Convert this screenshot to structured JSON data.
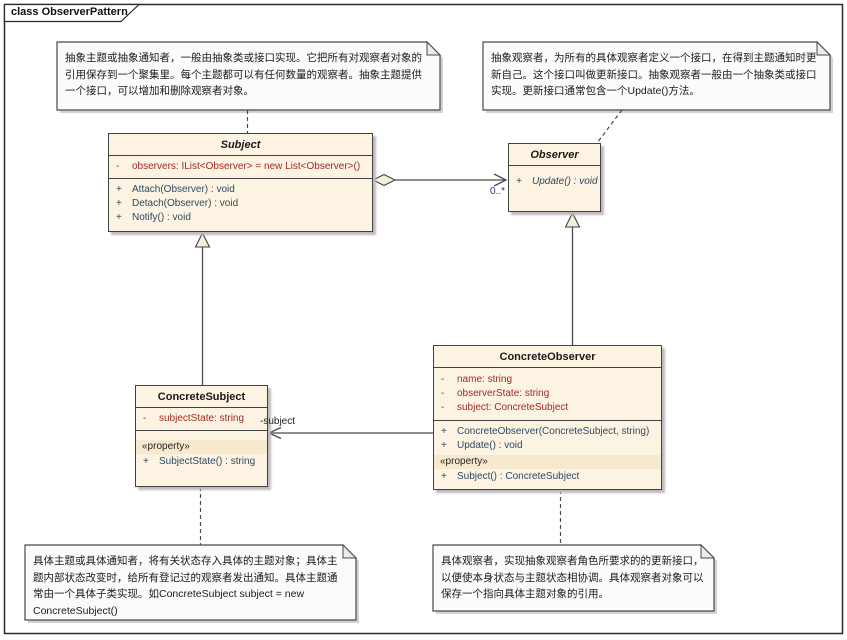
{
  "frame": {
    "title": "class ObserverPattern"
  },
  "notes": {
    "top_left": "抽象主题或抽象通知者，一般由抽象类或接口实现。它把所有对观察者对象的引用保存到一个聚集里。每个主题都可以有任何数量的观察者。抽象主题提供一个接口，可以增加和删除观察者对象。",
    "top_right": "抽象观察者，为所有的具体观察者定义一个接口，在得到主题通知时更新自己。这个接口叫做更新接口。抽象观察者一般由一个抽象类或接口实现。更新接口通常包含一个Update()方法。",
    "bottom_left": "具体主题或具体通知者，将有关状态存入具体的主题对象；具体主题内部状态改变时，给所有登记过的观察者发出通知。具体主题通常由一个具体子类实现。如ConcreteSubject subject = new ConcreteSubject()",
    "bottom_right": "具体观察者，实现抽象观察者角色所要求的的更新接口，以便使本身状态与主题状态相协调。具体观察者对象可以保存一个指向具体主题对象的引用。"
  },
  "classes": {
    "subject": {
      "name": "Subject",
      "attributes": [
        {
          "vis": "-",
          "text": "observers: IList<Observer> = new List<Observer>()"
        }
      ],
      "operations": [
        {
          "vis": "+",
          "text": "Attach(Observer) : void"
        },
        {
          "vis": "+",
          "text": "Detach(Observer) : void"
        },
        {
          "vis": "+",
          "text": "Notify() : void"
        }
      ]
    },
    "observer": {
      "name": "Observer",
      "operations": [
        {
          "vis": "+",
          "text": "Update() : void"
        }
      ]
    },
    "concrete_subject": {
      "name": "ConcreteSubject",
      "attributes": [
        {
          "vis": "-",
          "text": "subjectState: string"
        }
      ],
      "stereotype": "«property»",
      "property_operations": [
        {
          "vis": "+",
          "text": "SubjectState() : string"
        }
      ]
    },
    "concrete_observer": {
      "name": "ConcreteObserver",
      "attributes": [
        {
          "vis": "-",
          "text": "name: string"
        },
        {
          "vis": "-",
          "text": "observerState: string"
        },
        {
          "vis": "-",
          "text": "subject: ConcreteSubject"
        }
      ],
      "operations": [
        {
          "vis": "+",
          "text": "ConcreteObserver(ConcreteSubject, string)"
        },
        {
          "vis": "+",
          "text": "Update() : void"
        }
      ],
      "stereotype": "«property»",
      "property_operations": [
        {
          "vis": "+",
          "text": "Subject() : ConcreteSubject"
        }
      ]
    }
  },
  "connectors": {
    "aggregation_multiplicity": "0..*",
    "association_label": "-subject"
  },
  "colors": {
    "class_fill": "#FCF3E2",
    "class_border": "#424242",
    "stereotype_strip_fill": "#F7E9CE",
    "attribute_text": "#9E2B25",
    "operation_text": "#2E4A62",
    "multiplicity_text": "#1F3864",
    "note_fill": "#FCFAFC",
    "line_color": "#4a4a4a"
  }
}
